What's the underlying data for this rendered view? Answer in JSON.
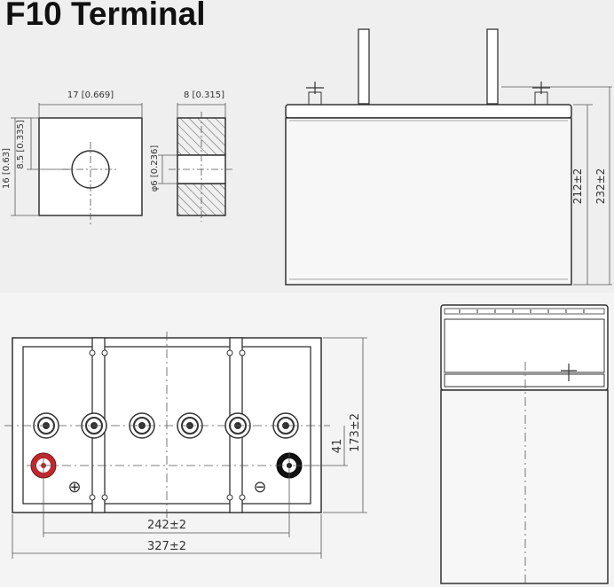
{
  "title": "F10 Terminal",
  "terminal_dims": {
    "width": "17 [0.669]",
    "height": "16 [0.63]",
    "hole_offset": "8.5 [0.335]",
    "thickness": "8 [0.315]",
    "hole_dia": "φ6 [0.236]"
  },
  "side_view_dims": {
    "height_body": "212±2",
    "height_total": "232±2"
  },
  "top_view_dims": {
    "terminal_spacing": "242±2",
    "length": "327±2",
    "width": "173±2",
    "terminal_offset": "41"
  },
  "polarity": {
    "positive": "⊕",
    "negative": "⊖"
  },
  "colors": {
    "positive_terminal": "#c0282d",
    "negative_terminal": "#111111",
    "line": "#444444",
    "hatch": "#555555"
  }
}
